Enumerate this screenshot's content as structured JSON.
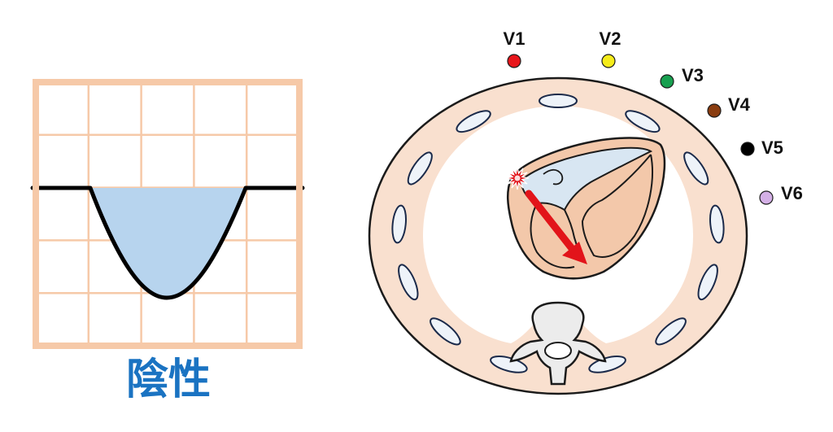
{
  "ecg_panel": {
    "caption": "陰性",
    "caption_color": "#1a73c2",
    "grid_color": "#f6c9a8",
    "fill_color": "#b7d4ee",
    "trace_color": "#000000",
    "deflection": "negative"
  },
  "chest_panel": {
    "leads": [
      {
        "label": "V1",
        "color": "#e8161b"
      },
      {
        "label": "V2",
        "color": "#f5ec1a"
      },
      {
        "label": "V3",
        "color": "#18a050"
      },
      {
        "label": "V4",
        "color": "#8a3d10"
      },
      {
        "label": "V5",
        "color": "#000000"
      },
      {
        "label": "V6",
        "color": "#d4b0e6"
      }
    ],
    "body_color": "#f9e0cf",
    "heart_color": "#f3c8aa",
    "chamber_color": "#d8e6f2",
    "arrow_color": "#e2141a",
    "origin_color": "#e2141a"
  }
}
